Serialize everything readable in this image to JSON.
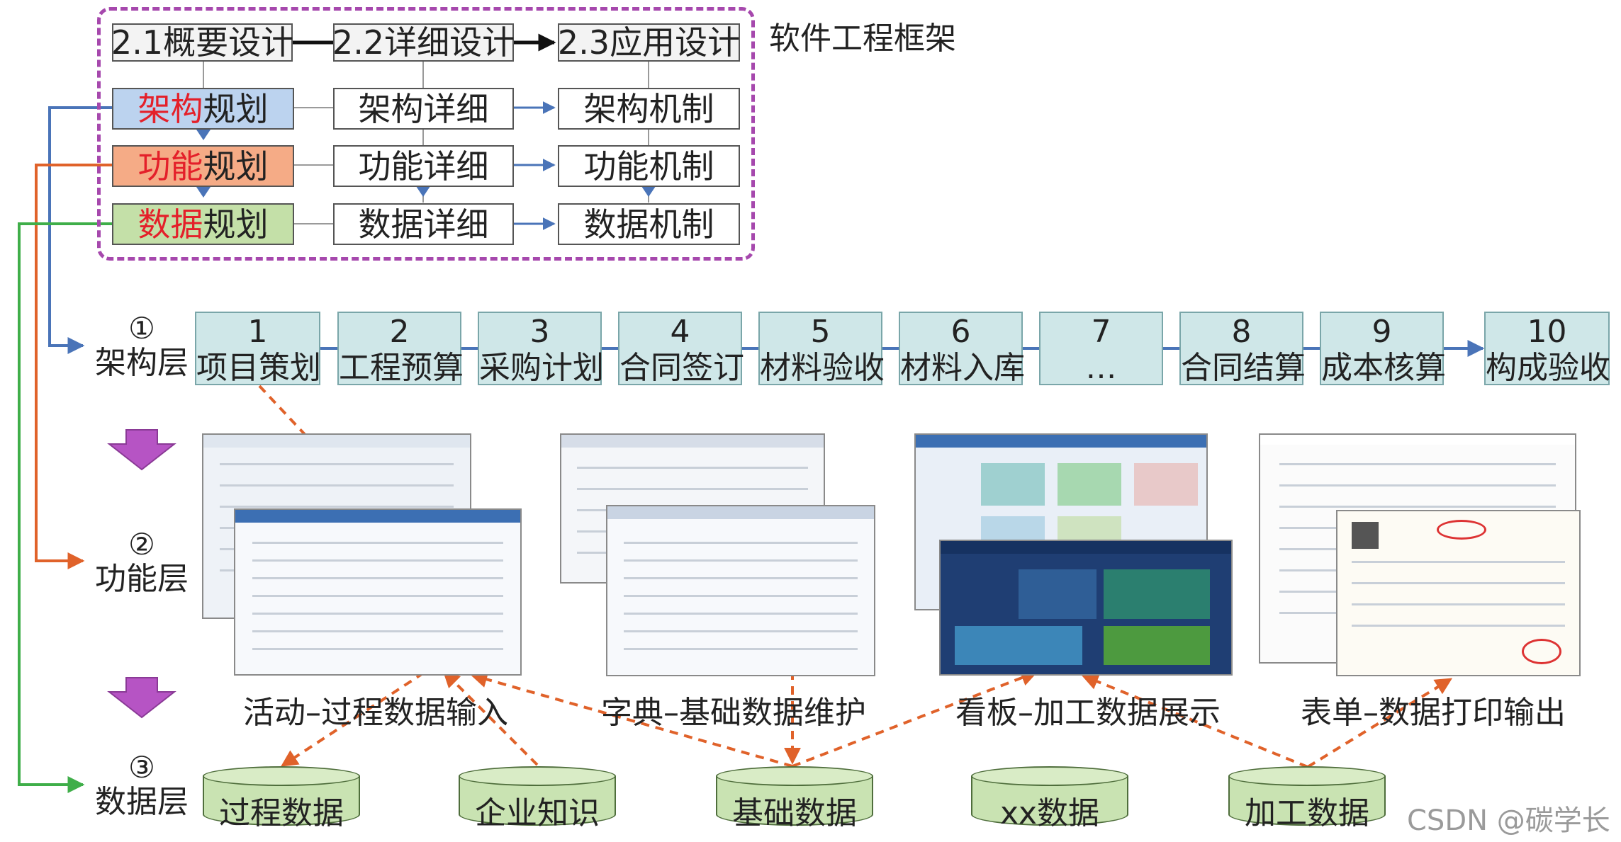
{
  "framework": {
    "title": "软件工程框架",
    "headers": [
      "2.1概要设计",
      "2.2详细设计",
      "2.3应用设计"
    ],
    "rows": [
      {
        "plan_highlight": "架构",
        "plan_rest": "规划",
        "detail": "架构详细",
        "mechanism": "架构机制"
      },
      {
        "plan_highlight": "功能",
        "plan_rest": "规划",
        "detail": "功能详细",
        "mechanism": "功能机制"
      },
      {
        "plan_highlight": "数据",
        "plan_rest": "规划",
        "detail": "数据详细",
        "mechanism": "数据机制"
      }
    ]
  },
  "layers": [
    {
      "number": "①",
      "name": "架构层"
    },
    {
      "number": "②",
      "name": "功能层"
    },
    {
      "number": "③",
      "name": "数据层"
    }
  ],
  "steps": [
    {
      "no": "1",
      "name": "项目策划"
    },
    {
      "no": "2",
      "name": "工程预算"
    },
    {
      "no": "3",
      "name": "采购计划"
    },
    {
      "no": "4",
      "name": "合同签订"
    },
    {
      "no": "5",
      "name": "材料验收"
    },
    {
      "no": "6",
      "name": "材料入库"
    },
    {
      "no": "7",
      "name": "…"
    },
    {
      "no": "8",
      "name": "合同结算"
    },
    {
      "no": "9",
      "name": "成本核算"
    },
    {
      "no": "10",
      "name": "构成验收"
    }
  ],
  "function_layer": {
    "captions": [
      "活动–过程数据输入",
      "字典–基础数据维护",
      "看板–加工数据展示",
      "表单–数据打印输出"
    ]
  },
  "data_layer": {
    "stores": [
      "过程数据",
      "企业知识",
      "基础数据",
      "xx数据",
      "加工数据"
    ]
  },
  "colors": {
    "architecture": "#4a74b8",
    "function": "#e0622a",
    "data": "#3fae49",
    "frame": "#a648ad",
    "highlight_text": "#e4202a",
    "step_fill": "#cfe7e8",
    "store_fill": "#c9e3b2"
  },
  "watermark": "CSDN @碳学长"
}
